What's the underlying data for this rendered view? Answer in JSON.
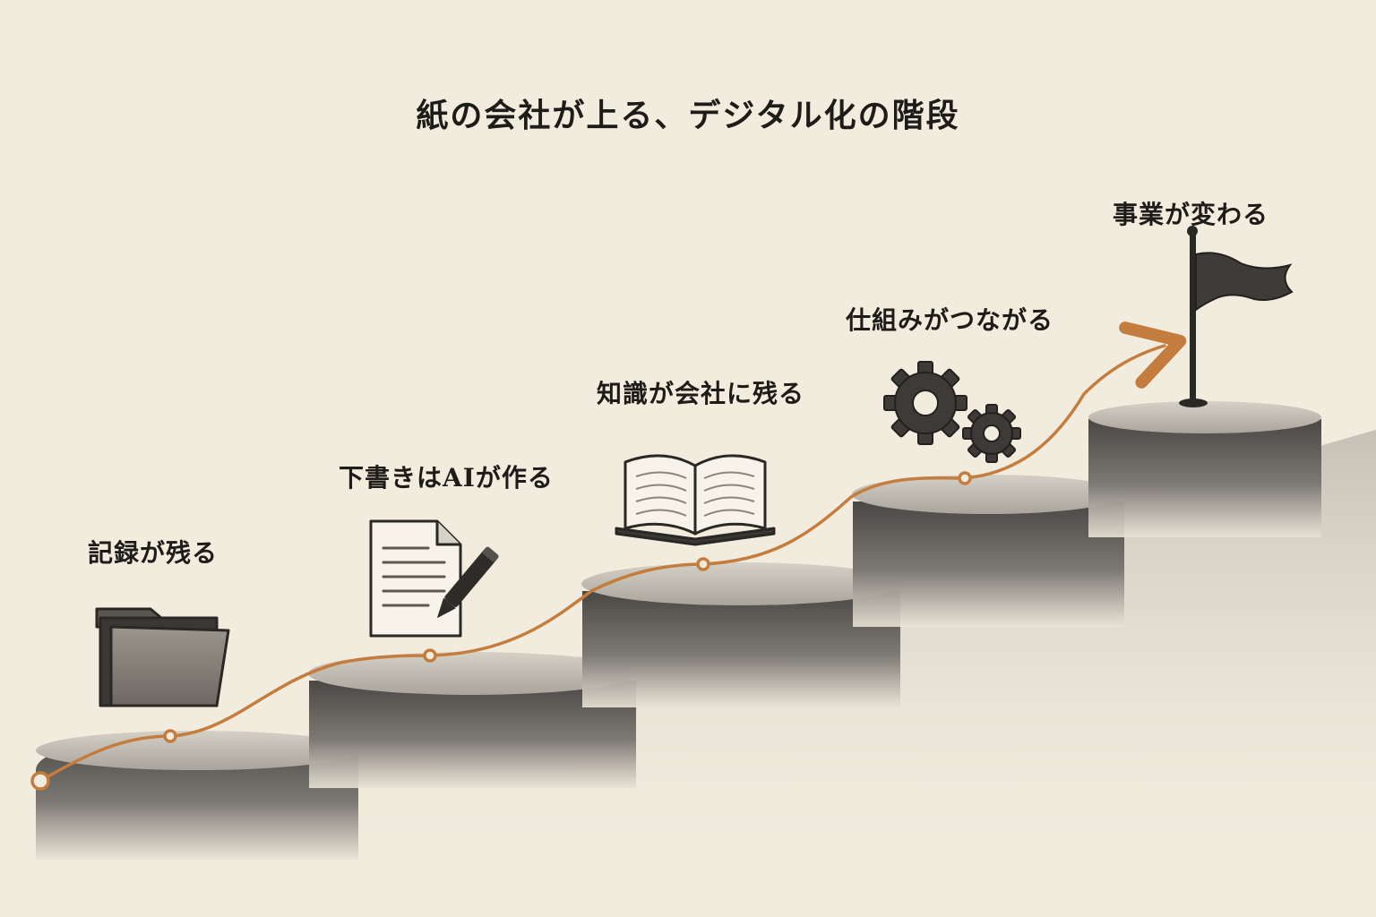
{
  "title": "紙の会社が上る、デジタル化の階段",
  "steps": [
    {
      "label": "記録が残る",
      "icon": "folder-icon"
    },
    {
      "label": "下書きはAIが作る",
      "icon": "document-pen-icon"
    },
    {
      "label": "知識が会社に残る",
      "icon": "open-book-icon"
    },
    {
      "label": "仕組みがつながる",
      "icon": "gears-icon"
    },
    {
      "label": "事業が変わる",
      "icon": "flag-icon"
    }
  ],
  "colors": {
    "background": "#f2ecdf",
    "path": "#c47d3e",
    "ink": "#1e1c19",
    "stone": "#6e6a64"
  }
}
